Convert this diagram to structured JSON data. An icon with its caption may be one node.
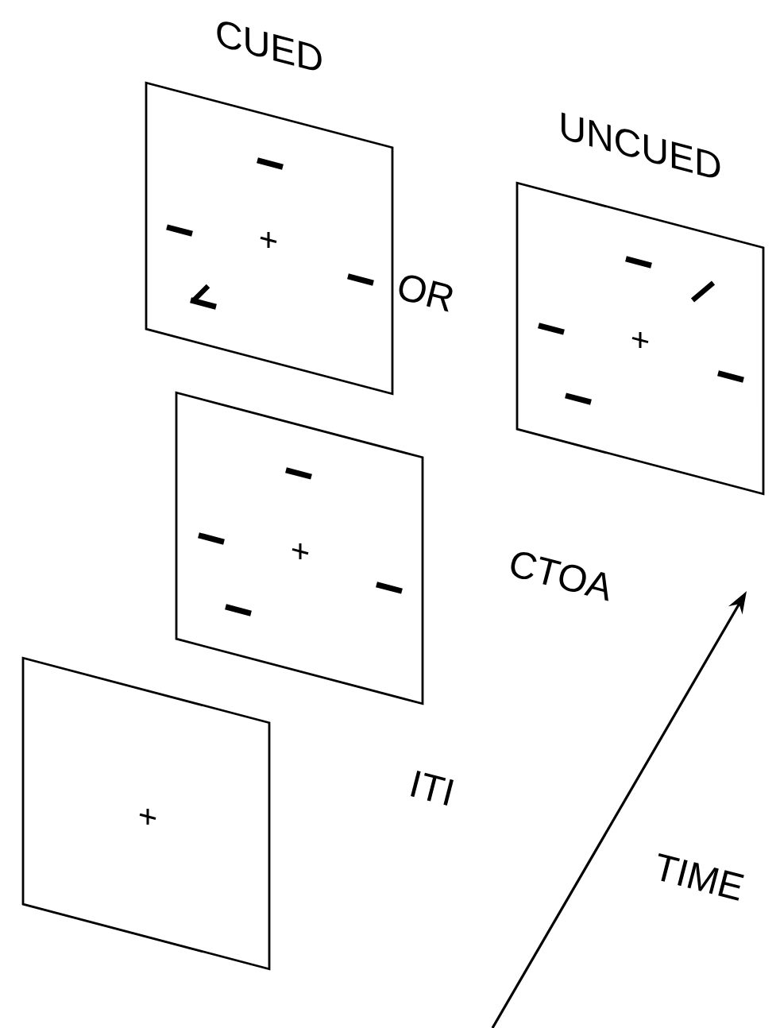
{
  "diagram": {
    "nodes": [
      {
        "text": [
          "CUED"
        ]
      },
      {
        "text": [
          "UNCUED"
        ]
      },
      {
        "text": [],
        "shape": "box"
      },
      {
        "text": [],
        "shape": "box"
      }
    ],
    "labels": [
      "OR",
      "CTOA",
      "ITI",
      "TIME"
    ]
  }
}
